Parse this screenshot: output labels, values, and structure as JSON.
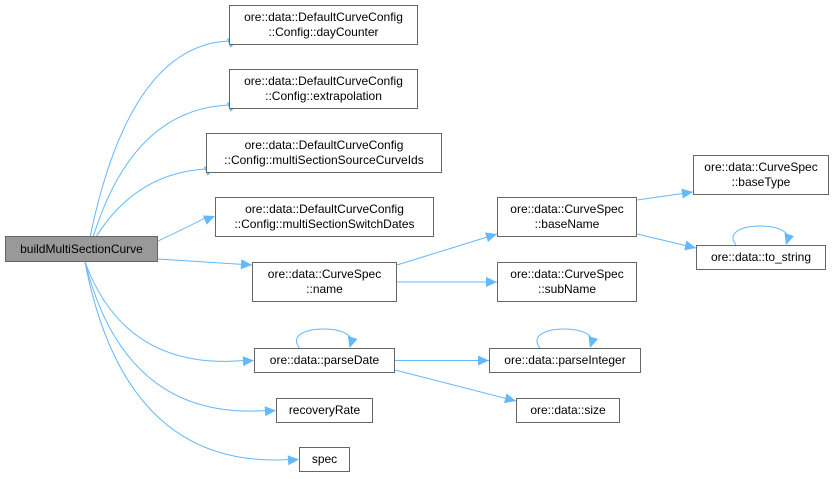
{
  "graph": {
    "root": {
      "id": "build",
      "lines": [
        "buildMultiSectionCurve"
      ]
    },
    "nodes": [
      {
        "id": "dayCounter",
        "lines": [
          "ore::data::DefaultCurveConfig",
          "::Config::dayCounter"
        ]
      },
      {
        "id": "extrapolation",
        "lines": [
          "ore::data::DefaultCurveConfig",
          "::Config::extrapolation"
        ]
      },
      {
        "id": "srcIds",
        "lines": [
          "ore::data::DefaultCurveConfig",
          "::Config::multiSectionSourceCurveIds"
        ]
      },
      {
        "id": "switchDates",
        "lines": [
          "ore::data::DefaultCurveConfig",
          "::Config::multiSectionSwitchDates"
        ]
      },
      {
        "id": "name",
        "lines": [
          "ore::data::CurveSpec",
          "::name"
        ]
      },
      {
        "id": "baseName",
        "lines": [
          "ore::data::CurveSpec",
          "::baseName"
        ]
      },
      {
        "id": "subName",
        "lines": [
          "ore::data::CurveSpec",
          "::subName"
        ]
      },
      {
        "id": "baseType",
        "lines": [
          "ore::data::CurveSpec",
          "::baseType"
        ]
      },
      {
        "id": "toString",
        "lines": [
          "ore::data::to_string"
        ]
      },
      {
        "id": "parseDate",
        "lines": [
          "ore::data::parseDate"
        ]
      },
      {
        "id": "parseInteger",
        "lines": [
          "ore::data::parseInteger"
        ]
      },
      {
        "id": "size",
        "lines": [
          "ore::data::size"
        ]
      },
      {
        "id": "recoveryRate",
        "lines": [
          "recoveryRate"
        ]
      },
      {
        "id": "spec",
        "lines": [
          "spec"
        ]
      }
    ],
    "edges": [
      [
        "build",
        "dayCounter"
      ],
      [
        "build",
        "extrapolation"
      ],
      [
        "build",
        "srcIds"
      ],
      [
        "build",
        "switchDates"
      ],
      [
        "build",
        "name"
      ],
      [
        "build",
        "parseDate"
      ],
      [
        "build",
        "recoveryRate"
      ],
      [
        "build",
        "spec"
      ],
      [
        "name",
        "baseName"
      ],
      [
        "name",
        "subName"
      ],
      [
        "baseName",
        "baseType"
      ],
      [
        "baseName",
        "toString"
      ],
      [
        "toString",
        "toString"
      ],
      [
        "parseDate",
        "parseDate"
      ],
      [
        "parseDate",
        "parseInteger"
      ],
      [
        "parseDate",
        "size"
      ],
      [
        "parseInteger",
        "parseInteger"
      ]
    ],
    "edge_color": "#63b8ff",
    "root_color": "#999999"
  }
}
